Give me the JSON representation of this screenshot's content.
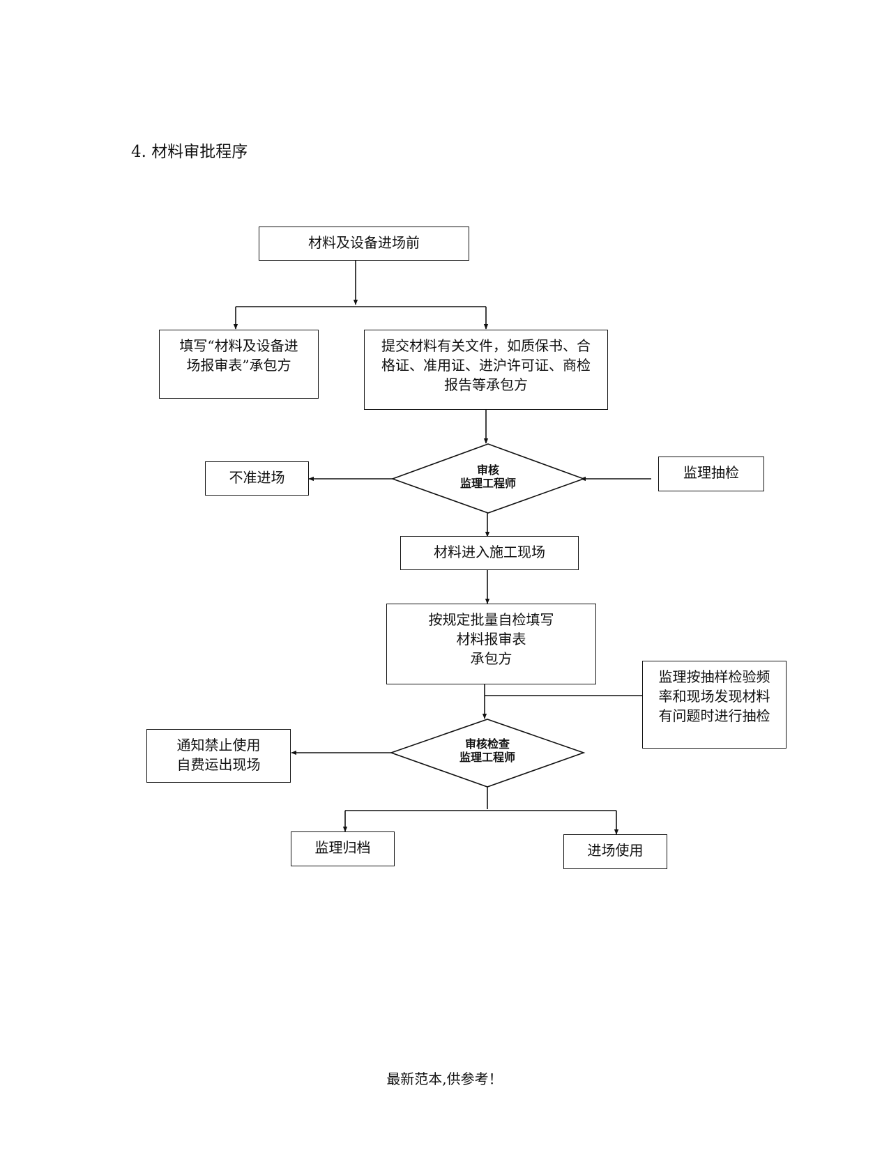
{
  "title": "4. 材料审批程序",
  "footer": "最新范本,供参考！",
  "nodes": {
    "start": [
      "材料及设备进场前"
    ],
    "fill_form": [
      "填写“材料及设备进",
      "场报审表”承包方"
    ],
    "submit_docs": [
      "提交材料有关文件，如质保书、合",
      "格证、准用证、进沪许可证、商检",
      "报告等承包方"
    ],
    "reject_entry": [
      "不准进场"
    ],
    "review1": [
      "审核",
      "监理工程师"
    ],
    "spot_check": [
      "监理抽检"
    ],
    "enter_site": [
      "材料进入施工现场"
    ],
    "self_check": [
      "按规定批量自检填写",
      "材料报审表",
      "承包方"
    ],
    "sampling": [
      "监理按抽样检验频",
      "率和现场发现材料",
      "有问题时进行抽检"
    ],
    "review2": [
      "审核检查",
      "监理工程师"
    ],
    "prohibit": [
      "通知禁止使用",
      "自费运出现场"
    ],
    "archive": [
      "监理归档"
    ],
    "use": [
      "进场使用"
    ]
  }
}
